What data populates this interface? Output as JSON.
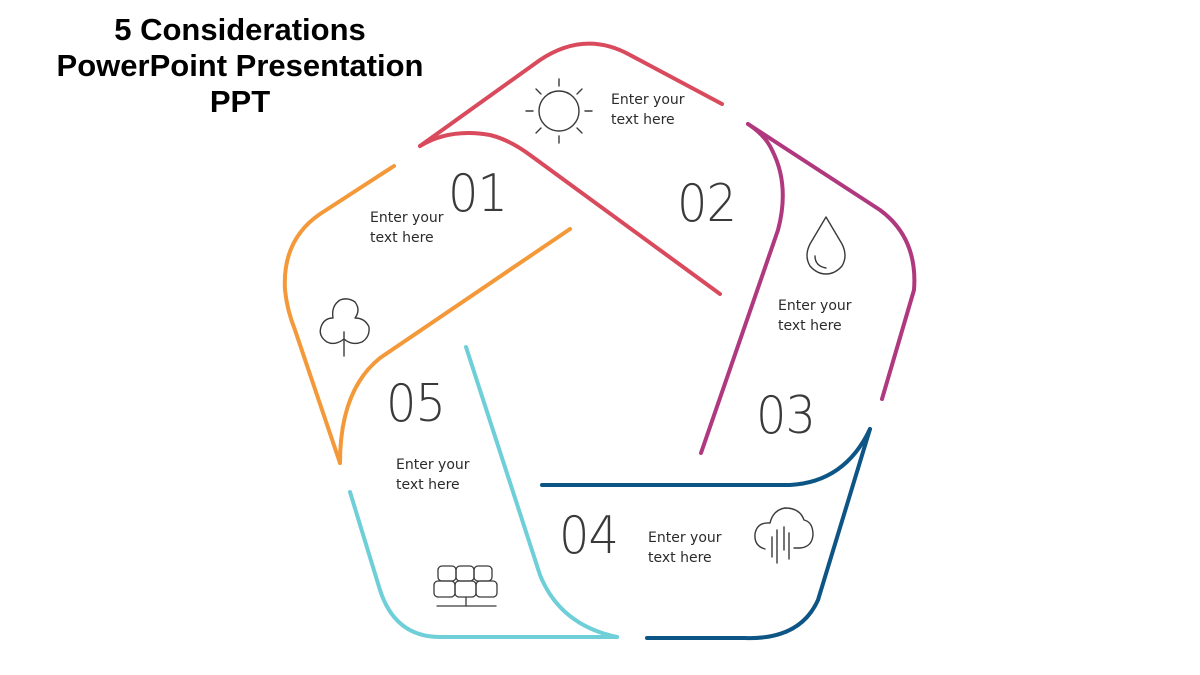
{
  "title": {
    "line1": "5 Considerations",
    "line2": "PowerPoint Presentation",
    "line3": "PPT"
  },
  "segments": [
    {
      "number": "01",
      "text_line1": "Enter your",
      "text_line2": "text here",
      "icon": "tree-icon",
      "color": "#d94a5c"
    },
    {
      "number": "02",
      "text_line1": "Enter your",
      "text_line2": "text here",
      "icon": "sun-icon",
      "color": "#d94a5c"
    },
    {
      "number": "03",
      "text_line1": "Enter your",
      "text_line2": "text here",
      "icon": "water-drop-icon",
      "color": "#b0387e"
    },
    {
      "number": "04",
      "text_line1": "Enter your",
      "text_line2": "text here",
      "icon": "rain-cloud-icon",
      "color": "#0d5585"
    },
    {
      "number": "05",
      "text_line1": "Enter your",
      "text_line2": "text here",
      "icon": "solar-panel-icon",
      "color": "#6ecfd9"
    }
  ],
  "colors": {
    "red": "#d94a5c",
    "magenta": "#b0387e",
    "navy": "#0d5585",
    "cyan": "#6ecfd9",
    "orange": "#f4993a"
  }
}
